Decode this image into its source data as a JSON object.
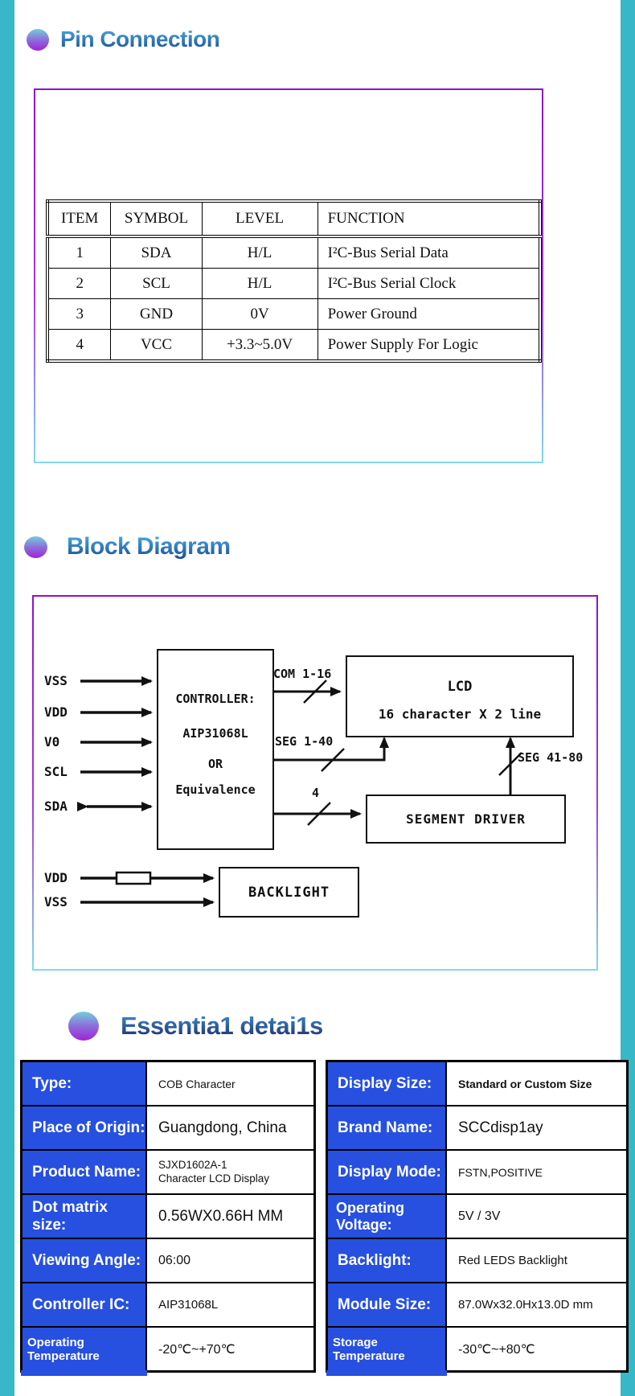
{
  "colors": {
    "side_strip": "#38b7c8",
    "panel_border_top": "#9012c6",
    "panel_border_bottom": "#82dbe9",
    "spec_label_blue": "#2750e0",
    "title_gradient_top": "#4aa5de",
    "title_gradient_bottom": "#1a4f96"
  },
  "sections": {
    "pin_connection": {
      "title": "Pin Connection"
    },
    "block_diagram": {
      "title": "Block Diagram"
    },
    "essential_details": {
      "title": "Essentia1 detai1s"
    }
  },
  "pin_table": {
    "headers": [
      "ITEM",
      "SYMBOL",
      "LEVEL",
      "FUNCTION"
    ],
    "rows": [
      [
        "1",
        "SDA",
        "H/L",
        "I²C-Bus Serial Data"
      ],
      [
        "2",
        "SCL",
        "H/L",
        "I²C-Bus Serial Clock"
      ],
      [
        "3",
        "GND",
        "0V",
        "Power Ground"
      ],
      [
        "4",
        "VCC",
        "+3.3~5.0V",
        "Power Supply For Logic"
      ]
    ]
  },
  "diagram": {
    "pins": [
      "VSS",
      "VDD",
      "V0",
      "SCL",
      "SDA"
    ],
    "controller": {
      "line1": "CONTROLLER:",
      "line2": "AIP31068L",
      "line3": "OR",
      "line4": "Equivalence"
    },
    "lcd": {
      "line1": "LCD",
      "line2": "16 character X 2 line"
    },
    "buses": {
      "com": "COM 1-16",
      "seg1": "SEG 1-40",
      "four": "4",
      "seg2": "SEG 41-80"
    },
    "segment_driver": "SEGMENT DRIVER",
    "backlight": "BACKLIGHT",
    "power": {
      "vdd": "VDD",
      "vss": "VSS"
    }
  },
  "spec_table": {
    "rows": [
      {
        "label": "Type:",
        "value": "COB Character",
        "label2": "Display Size:",
        "value2": "Standard or Custom Size"
      },
      {
        "label": "Place of Origin:",
        "value": "Guangdong, China",
        "label2": "Brand Name:",
        "value2": "SCCdisp1ay"
      },
      {
        "label": "Product Name:",
        "value": "SJXD1602A-1\nCharacter LCD Display",
        "label2": "Display Mode:",
        "value2": "FSTN,POSITIVE"
      },
      {
        "label": "Dot matrix size:",
        "value": "0.56WX0.66H MM",
        "label2": "Operating Voltage:",
        "value2": "5V / 3V"
      },
      {
        "label": "Viewing Angle:",
        "value": "06:00",
        "label2": "Backlight:",
        "value2": "Red LEDS Backlight"
      },
      {
        "label": "Controller IC:",
        "value": "AIP31068L",
        "label2": "Module Size:",
        "value2": "87.0Wx32.0Hx13.0D mm"
      },
      {
        "label": "Operating Temperature",
        "value": "-20℃~+70℃",
        "label2": "Storage Temperature",
        "value2": "-30℃~+80℃"
      }
    ]
  }
}
